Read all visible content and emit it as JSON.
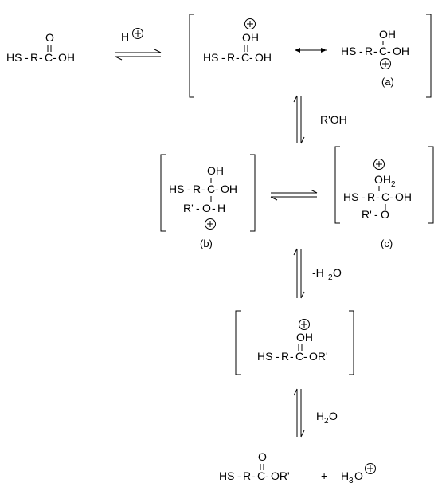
{
  "atoms": {
    "hs": "HS",
    "r": "R",
    "c": "C",
    "o": "O",
    "oh": "OH",
    "h": "H",
    "oh2_o": "OH",
    "oh2_sub": "2",
    "r_prime": "R'",
    "or_prime": "OR'",
    "h3o_h": "H",
    "h3o_sub": "3",
    "h3o_o": "O"
  },
  "symbols": {
    "dash": "-",
    "plus": "+"
  },
  "reagents": {
    "acid": "H",
    "alcohol": "R'OH",
    "water_loss_minus": "-H",
    "water_loss_o": "O",
    "water_sub": "2",
    "water_h": "H",
    "water_o": "O"
  },
  "labels": {
    "a": "(a)",
    "b": "(b)",
    "c": "(c)"
  },
  "colors": {
    "ink": "#000000",
    "background": "#ffffff"
  }
}
